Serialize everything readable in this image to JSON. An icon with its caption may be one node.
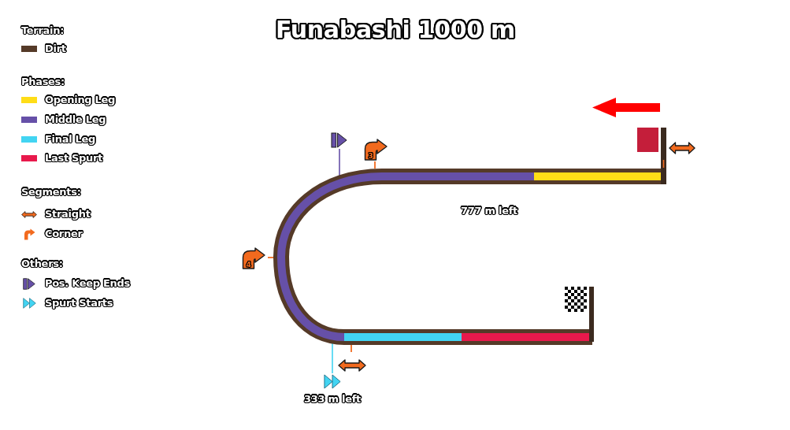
{
  "diagram": {
    "title": "Funabashi 1000 m",
    "labels": [
      "Terrain:",
      "Phases:",
      "Segments:",
      "Others:",
      "3",
      "777 m left",
      "4",
      "333 m left"
    ],
    "legend": [
      {
        "text": "Dirt",
        "color": "#553a28"
      },
      {
        "text": "Opening Leg",
        "color": "#ffdd17"
      },
      {
        "text": "Middle Leg",
        "color": "#6650a8"
      },
      {
        "text": "Final Leg",
        "color": "#42d4f2"
      },
      {
        "text": "Last Spurt",
        "color": "#e8194c"
      },
      {
        "text": "Straight"
      },
      {
        "text": "Corner"
      },
      {
        "text": "Pos. Keep Ends"
      },
      {
        "text": "Spurt Starts"
      }
    ]
  }
}
